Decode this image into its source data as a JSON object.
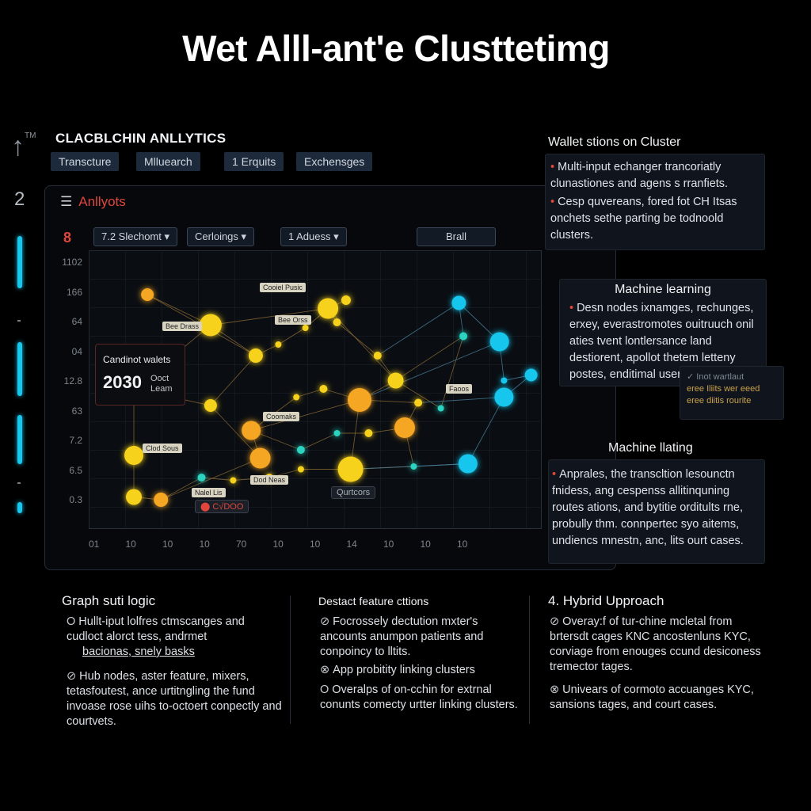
{
  "title": "Wet Alll-ant'e Clusttetimg",
  "rail": {
    "up_glyph": "↑",
    "up_tag": "TM",
    "number": "2"
  },
  "app_title": "CLACBLCHIN ANLLYTICS",
  "tabs": [
    "Transcture",
    "Mlluearch",
    "1 Erquits",
    "Exchensges"
  ],
  "panel": {
    "title": "Anllyots",
    "badge": "8",
    "filters": [
      "7.2 Slechomt",
      "Cerloings",
      "1 Aduess"
    ],
    "filter_button": "Brall"
  },
  "chart_data": {
    "type": "scatter",
    "y_ticks": [
      "1102",
      "166",
      "64",
      "04",
      "12.8",
      "63",
      "7.2",
      "6.5",
      "0.3"
    ],
    "x_ticks": [
      "01",
      "10",
      "10",
      "10",
      "70",
      "10",
      "10",
      "14",
      "10",
      "10",
      "10"
    ],
    "nodes": [
      {
        "x": 0.13,
        "y": 0.16,
        "r": 8,
        "color": "#f5a623"
      },
      {
        "x": 0.27,
        "y": 0.27,
        "r": 14,
        "color": "#f7d21e"
      },
      {
        "x": 0.37,
        "y": 0.38,
        "r": 9,
        "color": "#f7d21e"
      },
      {
        "x": 0.53,
        "y": 0.21,
        "r": 13,
        "color": "#f7d21e"
      },
      {
        "x": 0.57,
        "y": 0.18,
        "r": 6,
        "color": "#f7d21e"
      },
      {
        "x": 0.55,
        "y": 0.26,
        "r": 5,
        "color": "#f7d21e"
      },
      {
        "x": 0.48,
        "y": 0.28,
        "r": 4,
        "color": "#f7d21e"
      },
      {
        "x": 0.42,
        "y": 0.34,
        "r": 4,
        "color": "#f7d21e"
      },
      {
        "x": 0.64,
        "y": 0.38,
        "r": 5,
        "color": "#f7d21e"
      },
      {
        "x": 0.68,
        "y": 0.47,
        "r": 10,
        "color": "#f7d21e"
      },
      {
        "x": 0.6,
        "y": 0.54,
        "r": 15,
        "color": "#f5a623"
      },
      {
        "x": 0.52,
        "y": 0.5,
        "r": 5,
        "color": "#f7d21e"
      },
      {
        "x": 0.46,
        "y": 0.53,
        "r": 4,
        "color": "#f7d21e"
      },
      {
        "x": 0.73,
        "y": 0.55,
        "r": 5,
        "color": "#f7d21e"
      },
      {
        "x": 0.7,
        "y": 0.64,
        "r": 13,
        "color": "#f5a623"
      },
      {
        "x": 0.62,
        "y": 0.66,
        "r": 5,
        "color": "#f7d21e"
      },
      {
        "x": 0.55,
        "y": 0.66,
        "r": 4,
        "color": "#2cd4c0"
      },
      {
        "x": 0.47,
        "y": 0.72,
        "r": 5,
        "color": "#2cd4c0"
      },
      {
        "x": 0.36,
        "y": 0.65,
        "r": 12,
        "color": "#f5a623"
      },
      {
        "x": 0.38,
        "y": 0.75,
        "r": 13,
        "color": "#f5a623"
      },
      {
        "x": 0.27,
        "y": 0.56,
        "r": 8,
        "color": "#f7d21e"
      },
      {
        "x": 0.1,
        "y": 0.5,
        "r": 13,
        "color": "#f5a623"
      },
      {
        "x": 0.1,
        "y": 0.74,
        "r": 12,
        "color": "#f7d21e"
      },
      {
        "x": 0.1,
        "y": 0.89,
        "r": 10,
        "color": "#f7d21e"
      },
      {
        "x": 0.16,
        "y": 0.9,
        "r": 9,
        "color": "#f5a623"
      },
      {
        "x": 0.25,
        "y": 0.82,
        "r": 5,
        "color": "#2cd4c0"
      },
      {
        "x": 0.32,
        "y": 0.83,
        "r": 4,
        "color": "#f7d21e"
      },
      {
        "x": 0.4,
        "y": 0.82,
        "r": 5,
        "color": "#f7d21e"
      },
      {
        "x": 0.47,
        "y": 0.79,
        "r": 4,
        "color": "#f7d21e"
      },
      {
        "x": 0.58,
        "y": 0.79,
        "r": 16,
        "color": "#f7d21e"
      },
      {
        "x": 0.72,
        "y": 0.78,
        "r": 4,
        "color": "#2cd4c0"
      },
      {
        "x": 0.78,
        "y": 0.57,
        "r": 4,
        "color": "#2cd4c0"
      },
      {
        "x": 0.83,
        "y": 0.31,
        "r": 5,
        "color": "#2cd4c0"
      },
      {
        "x": 0.82,
        "y": 0.19,
        "r": 9,
        "color": "#19c6ec"
      },
      {
        "x": 0.91,
        "y": 0.33,
        "r": 12,
        "color": "#19c6ec"
      },
      {
        "x": 0.92,
        "y": 0.47,
        "r": 4,
        "color": "#19c6ec"
      },
      {
        "x": 0.98,
        "y": 0.45,
        "r": 8,
        "color": "#19c6ec"
      },
      {
        "x": 0.92,
        "y": 0.53,
        "r": 12,
        "color": "#19c6ec"
      },
      {
        "x": 0.84,
        "y": 0.77,
        "r": 12,
        "color": "#19c6ec"
      }
    ],
    "edges": [
      [
        0,
        1
      ],
      [
        1,
        2
      ],
      [
        1,
        3
      ],
      [
        3,
        4
      ],
      [
        3,
        5
      ],
      [
        3,
        6
      ],
      [
        6,
        7
      ],
      [
        7,
        2
      ],
      [
        5,
        8
      ],
      [
        8,
        9
      ],
      [
        9,
        10
      ],
      [
        10,
        11
      ],
      [
        11,
        12
      ],
      [
        10,
        13
      ],
      [
        13,
        14
      ],
      [
        14,
        15
      ],
      [
        15,
        16
      ],
      [
        16,
        17
      ],
      [
        17,
        18
      ],
      [
        18,
        19
      ],
      [
        19,
        20
      ],
      [
        20,
        21
      ],
      [
        21,
        22
      ],
      [
        22,
        23
      ],
      [
        23,
        24
      ],
      [
        24,
        25
      ],
      [
        25,
        26
      ],
      [
        26,
        27
      ],
      [
        27,
        28
      ],
      [
        28,
        29
      ],
      [
        29,
        30
      ],
      [
        30,
        14
      ],
      [
        9,
        31
      ],
      [
        31,
        32
      ],
      [
        32,
        33
      ],
      [
        33,
        34
      ],
      [
        34,
        35
      ],
      [
        35,
        36
      ],
      [
        36,
        37
      ],
      [
        37,
        38
      ],
      [
        38,
        29
      ],
      [
        32,
        9
      ],
      [
        33,
        8
      ],
      [
        34,
        10
      ],
      [
        2,
        20
      ],
      [
        12,
        18
      ],
      [
        10,
        29
      ],
      [
        24,
        19
      ],
      [
        1,
        21
      ],
      [
        0,
        2
      ],
      [
        18,
        10
      ],
      [
        37,
        13
      ],
      [
        38,
        30
      ],
      [
        3,
        9
      ]
    ]
  },
  "candidate": {
    "label": "Candinot walets",
    "number": "2030",
    "sub": "Ooct\nLeam"
  },
  "node_tags": [
    "Cooiel Pusic",
    "Bee Drass",
    "Bee Orss",
    "Coomaks",
    "Faoos",
    "Clod Sous",
    "Nalel Lis",
    "Dod Neas",
    "Qurtcors",
    "⬤ C√DOO"
  ],
  "cards": [
    {
      "title": "Wallet stions on Cluster",
      "items": [
        "Multi-input echanger trancoriatly clunastiones and agens s rranfiets.",
        "Cesp quvereans, fored fot CH Itsas onchets sethe parting be todnoold clusters."
      ]
    },
    {
      "title": "Machine learning",
      "items": [
        "Desn nodes ixnamges, rechunges, erxey, everastromotes ouitruuch onil aties tvent lontlersance land destiorent, apollot thetem letteny postes, enditimal users."
      ]
    },
    {
      "title": "Machine llating",
      "items": [
        "Anprales, the transcltion lesounctn fnidess, ang cespenss allitinquning routes ations, and bytitie orditults rne, probully thm. connpertec syo aitems, undiencs mnestn, anc, lits ourt cases."
      ]
    }
  ],
  "mini_card": [
    "✓ Inot wartlaut",
    "eree Iliits wer eeed",
    "eree diitis rourite"
  ],
  "columns": [
    {
      "title": "Graph suti logic",
      "items": [
        {
          "marker": "O",
          "text": "Hullt-iput lolfres ctmscanges and cudloct alorct tess, andrmet",
          "underline": "bacionas, snely basks"
        },
        {
          "marker": "⊘",
          "text": "Hub nodes, aster feature, mixers, tetasfoutest, ance urtitngling the fund invoase rose uihs to-octoert conpectly and courtvets.",
          "underline": ""
        }
      ]
    },
    {
      "title": "Destact feature cttions",
      "items": [
        {
          "marker": "⊘",
          "text": "Focrossely dectution mxter's ancounts anumpon patients and conpoincy to lltits.",
          "underline": ""
        },
        {
          "marker": "⊗",
          "text": "App probitity linking clusters",
          "underline": ""
        },
        {
          "marker": "O",
          "text": "Overalps of on-cchin for extrnal conunts comecty urtter linking clusters.",
          "underline": ""
        }
      ]
    },
    {
      "title": "4. Hybrid Upproach",
      "items": [
        {
          "marker": "⊘",
          "text": "Overay:f of tur-chine mcletal from brtersdt cages KNC ancostenluns KYC, corviage from enouges ccund desiconess tremector tages.",
          "underline": ""
        },
        {
          "marker": "⊗",
          "text": "Univears of cormoto accuanges KYC, sansions tages, and court cases.",
          "underline": ""
        }
      ]
    }
  ]
}
